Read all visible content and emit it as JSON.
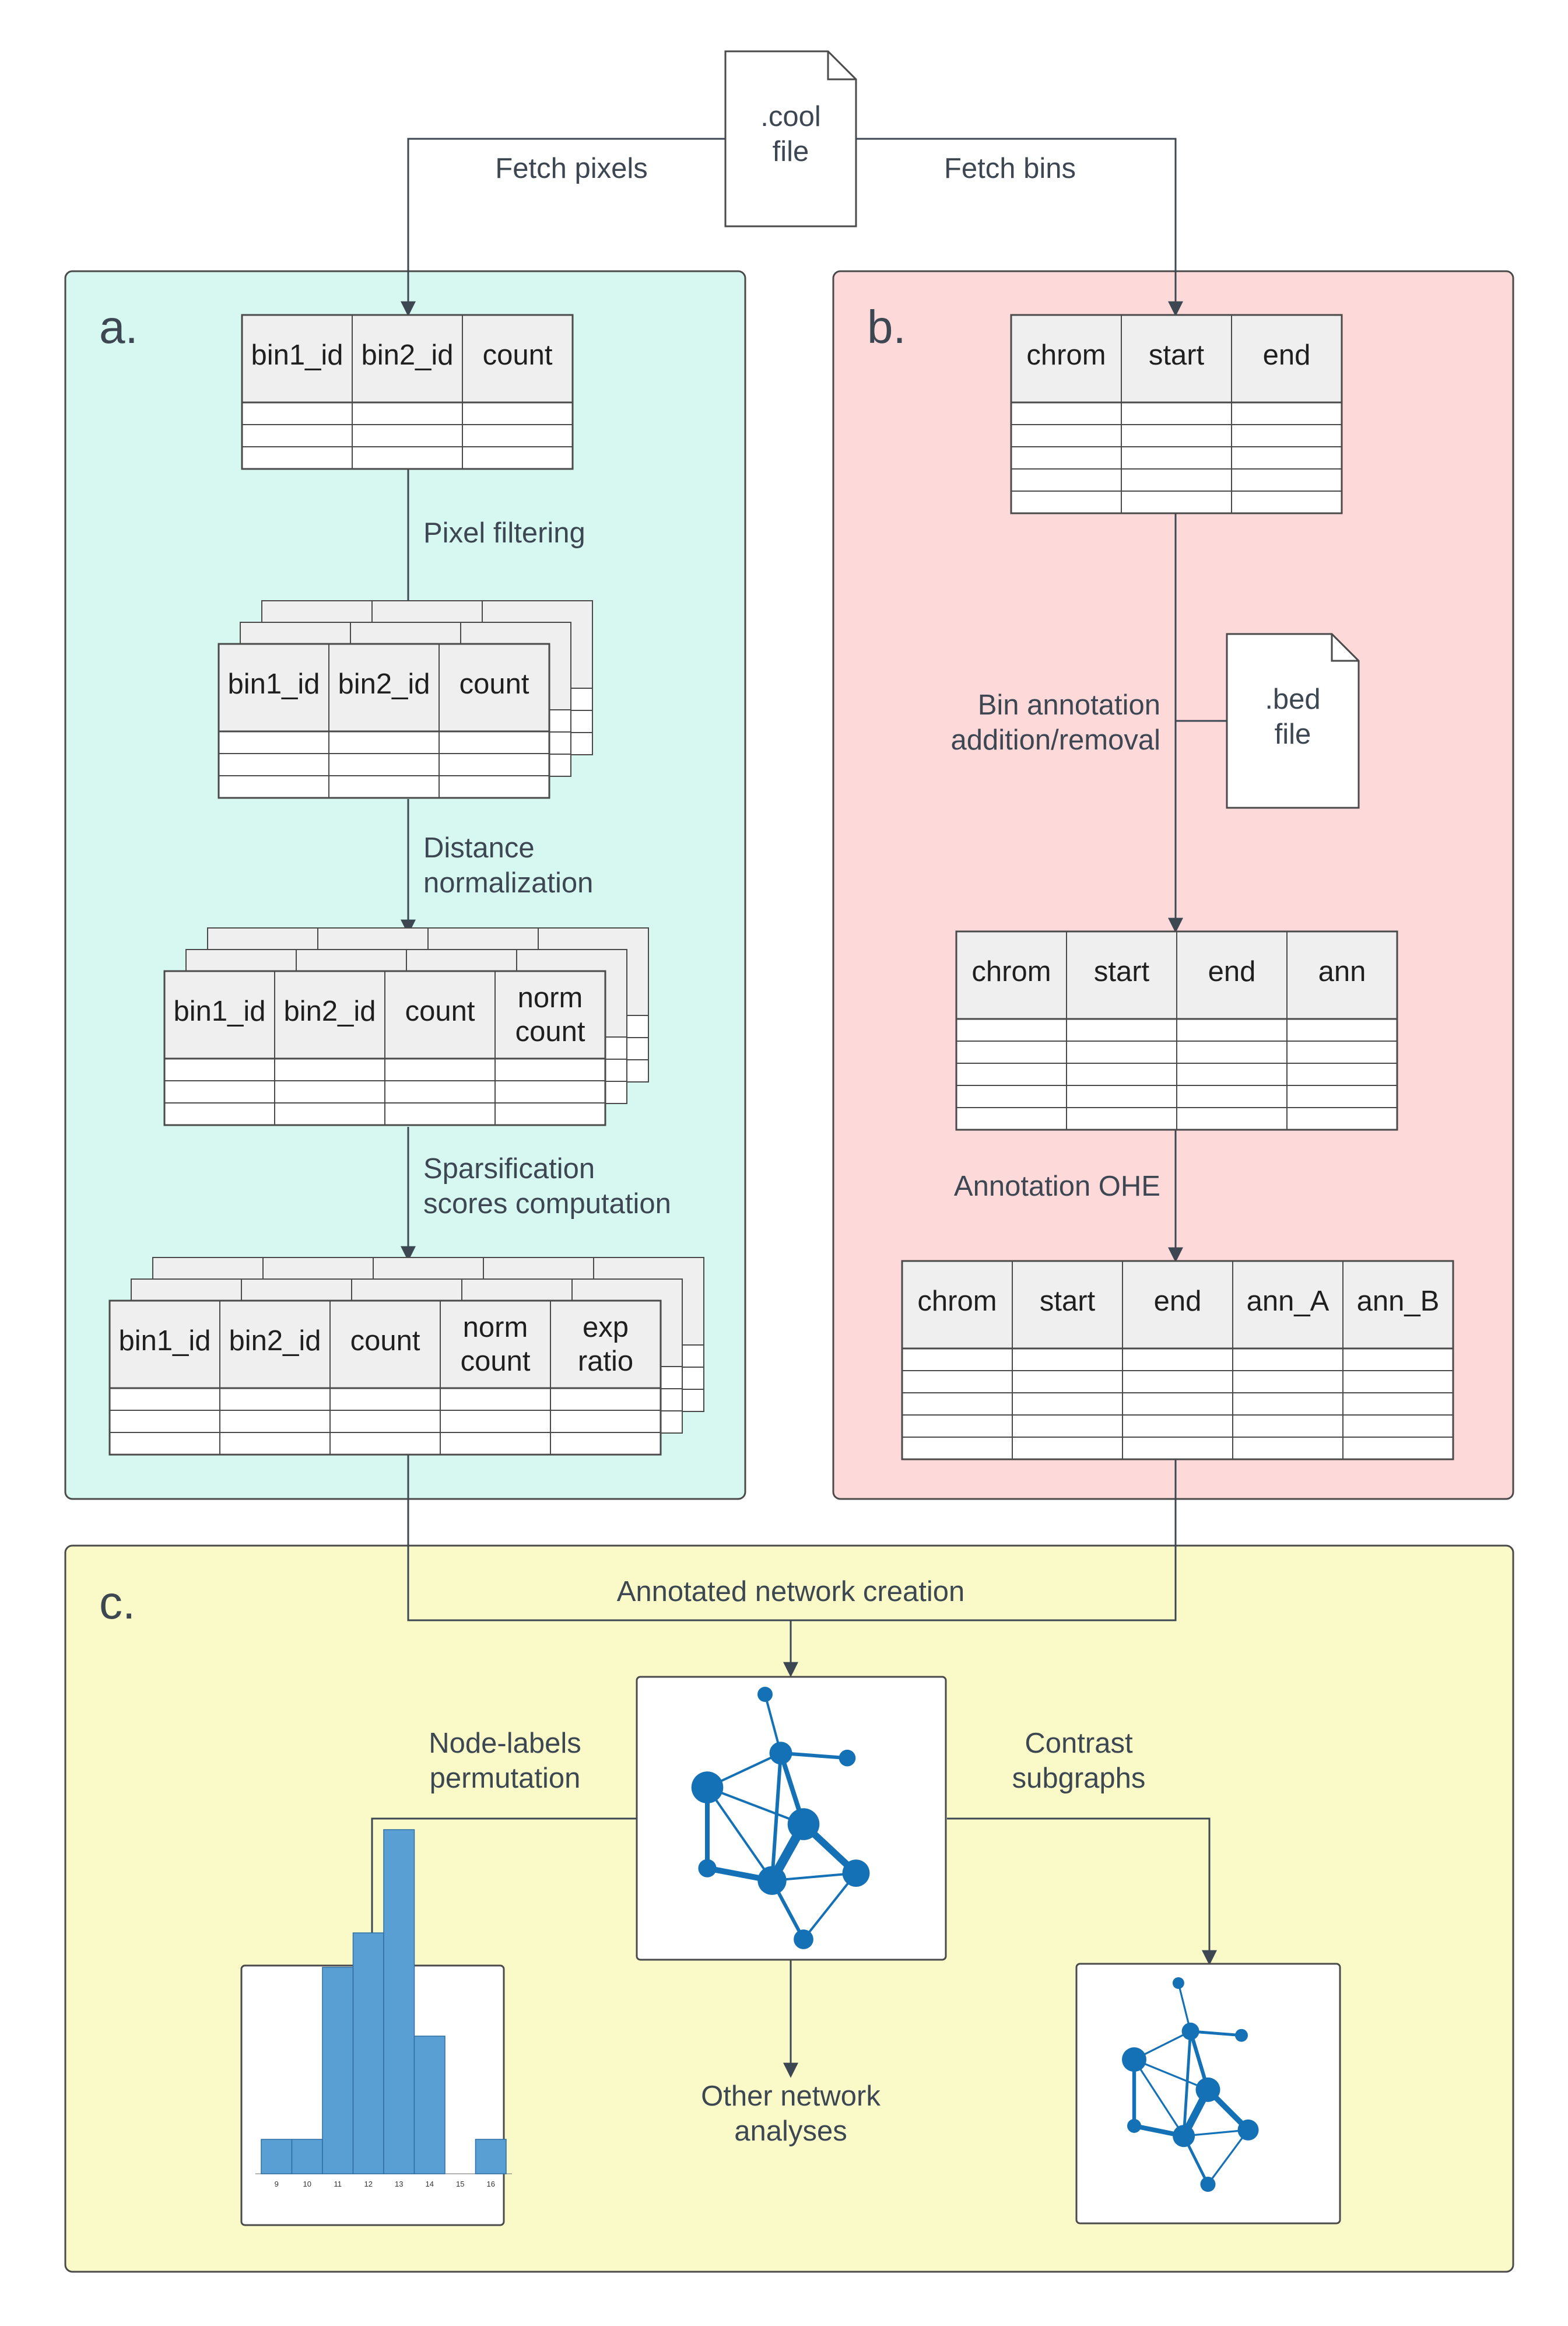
{
  "source_file": {
    "line1": ".cool",
    "line2": "file"
  },
  "bed_file": {
    "line1": ".bed",
    "line2": "file"
  },
  "edges": {
    "fetch_pixels": "Fetch pixels",
    "fetch_bins": "Fetch bins",
    "pixel_filtering": "Pixel filtering",
    "distance_norm": [
      "Distance",
      "normalization"
    ],
    "sparsification": [
      "Sparsification",
      "scores computation"
    ],
    "bin_annotation": [
      "Bin annotation",
      "addition/removal"
    ],
    "annotation_ohe": "Annotation OHE",
    "network_creation": "Annotated network creation",
    "node_labels": [
      "Node-labels",
      "permutation"
    ],
    "contrast": [
      "Contrast",
      "subgraphs"
    ],
    "other": [
      "Other network",
      "analyses"
    ]
  },
  "panels": {
    "a": "a.",
    "b": "b.",
    "c": "c."
  },
  "colors": {
    "panel_a": "#d6f8f1",
    "panel_b": "#fdd9da",
    "panel_c": "#fafac9",
    "table_header": "#efeff0",
    "node": "#1571b5",
    "bar": "#5a9fd4"
  },
  "tables": {
    "a1": {
      "headers": [
        [
          "bin1_id"
        ],
        [
          "bin2_id"
        ],
        [
          "count"
        ]
      ]
    },
    "a2": {
      "headers": [
        [
          "bin1_id"
        ],
        [
          "bin2_id"
        ],
        [
          "count"
        ]
      ]
    },
    "a3": {
      "headers": [
        [
          "bin1_id"
        ],
        [
          "bin2_id"
        ],
        [
          "count"
        ],
        [
          "norm",
          "count"
        ]
      ]
    },
    "a4": {
      "headers": [
        [
          "bin1_id"
        ],
        [
          "bin2_id"
        ],
        [
          "count"
        ],
        [
          "norm",
          "count"
        ],
        [
          "exp",
          "ratio"
        ]
      ]
    },
    "b1": {
      "headers": [
        [
          "chrom"
        ],
        [
          "start"
        ],
        [
          "end"
        ]
      ]
    },
    "b2": {
      "headers": [
        [
          "chrom"
        ],
        [
          "start"
        ],
        [
          "end"
        ],
        [
          "ann"
        ]
      ]
    },
    "b3": {
      "headers": [
        [
          "chrom"
        ],
        [
          "start"
        ],
        [
          "end"
        ],
        [
          "ann_A"
        ],
        [
          "ann_B"
        ]
      ]
    }
  },
  "histogram": {
    "tick_labels": [
      "9",
      "10",
      "11",
      "12",
      "13",
      "14",
      "15",
      "16"
    ],
    "values": [
      1,
      1,
      6,
      7,
      10,
      4,
      0,
      1
    ]
  }
}
